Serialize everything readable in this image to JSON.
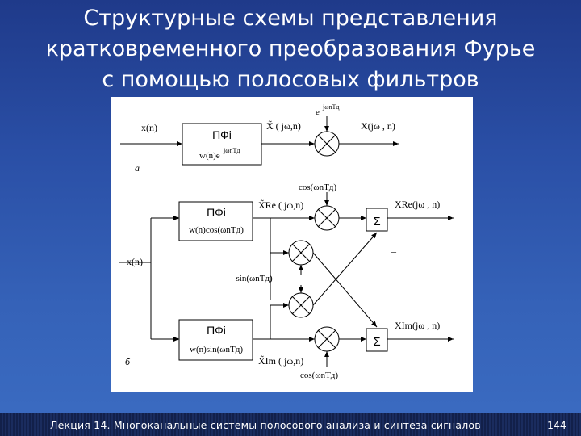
{
  "title": {
    "line1": "Структурные схемы представления",
    "line2": "кратковременного  преобразования Фурье",
    "line3": "с помощью полосовых фильтров"
  },
  "diagram_a": {
    "label": "а",
    "input": "x(n)",
    "filter_name": "ПФi",
    "filter_formula": "w(n)e",
    "filter_formula_exp": "jωnTд",
    "filter_output": "X̃ ( jω,n)",
    "multiplier_input": "e",
    "multiplier_input_exp": "jωnTд",
    "output": "X(jω , n)"
  },
  "diagram_b": {
    "label": "б",
    "input": "x(n)",
    "top_filter_name": "ПФi",
    "top_filter_formula": "w(n)cos(ωnTд)",
    "top_filter_output": "X̃Re ( jω,n)",
    "top_cos": "cos(ωnTд)",
    "sum_top": "Σ",
    "output_re": "XRe(jω , n)",
    "minus": "–",
    "sin_label": "–sin(ωnTд)",
    "bottom_filter_name": "ПФi",
    "bottom_filter_formula": "w(n)sin(ωnTд)",
    "bottom_filter_output": "X̃Im ( jω,n)",
    "bottom_cos": "cos(ωnTд)",
    "sum_bottom": "Σ",
    "output_im": "XIm(jω , n)"
  },
  "footer": {
    "lecture": "Лекция 14. Многоканальные системы полосового анализа и синтеза сигналов",
    "page": "144"
  }
}
